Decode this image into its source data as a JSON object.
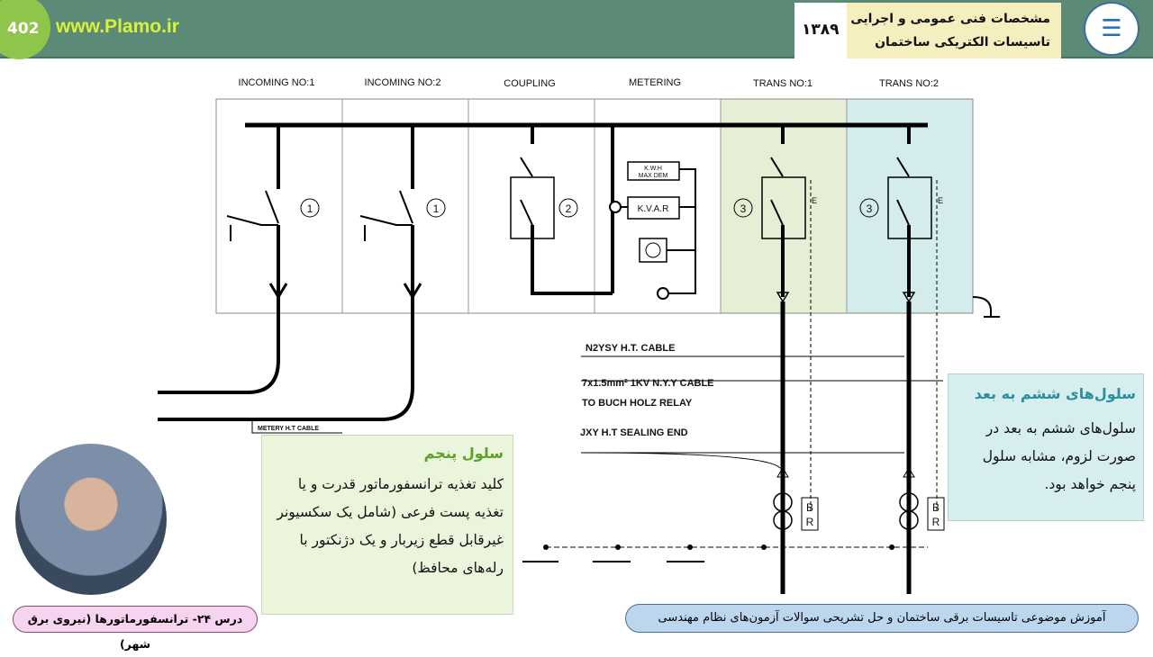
{
  "header": {
    "page_number": "402",
    "site": "www.Plamo.ir",
    "title_line1": "مشخصات فنی عمومی و اجرایی",
    "title_line2": "تاسیسات الکتریکی ساختمان",
    "year": "۱۳۸۹",
    "logo_icon": "wifi-book-icon"
  },
  "diagram": {
    "panels": [
      "INCOMING NO:1",
      "INCOMING NO:2",
      "COUPLING",
      "METERING",
      "TRANS NO:1",
      "TRANS NO:2"
    ],
    "circle_numbers": [
      "1",
      "1",
      "2",
      "3",
      "3"
    ],
    "meter_kwh": "K.W.H",
    "meter_maxdem": "MAX DEM",
    "meter_kvar": "K.V.A.R",
    "relay_e": "E",
    "br_b": "B",
    "br_r": "R",
    "cables": [
      "N2YSY  H.T.  CABLE",
      "7x1.5mm² 1KV  N.Y.Y  CABLE",
      "TO BUCH HOLZ RELAY",
      "JXY  H.T SEALING END"
    ],
    "metering_cable": "METERY  H.T CABLE",
    "colors": {
      "trans1": "#e4efd5",
      "trans2": "#d4ecec"
    }
  },
  "fifth_cell": {
    "title": "سلول پنجم",
    "text": "کلید تغذیه ترانسفورماتور قدرت و یا تغذیه پست فرعی (شامل یک سکسیونر غیرقابل قطع زیربار و یک دژنکتور با رله‌های محافظ)"
  },
  "sixth_cell": {
    "title": "سلول‌های ششم به بعد",
    "text": "سلول‌های ششم به بعد در صورت لزوم، مشابه سلول پنجم خواهد بود."
  },
  "footer": {
    "lesson": "درس ۲۴- ترانسفورماتورها (نیروی برق شهر)",
    "course": "آموزش موضوعی تاسیسات برقی ساختمان و حل تشریحی سوالات آزمون‌های نظام مهندسی"
  }
}
